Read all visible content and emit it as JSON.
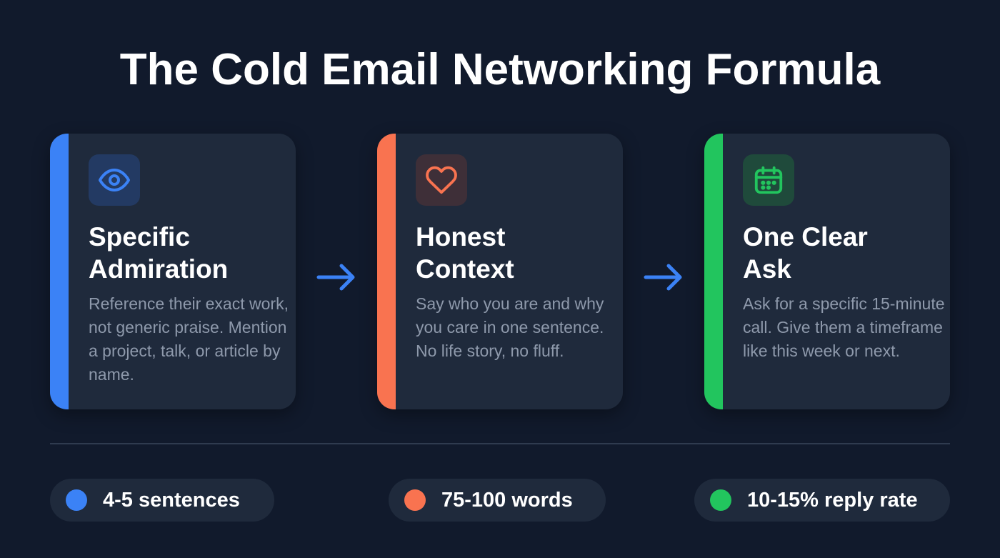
{
  "title": "The Cold Email Networking Formula",
  "colors": {
    "background": "#111a2c",
    "card": "#1f2a3c",
    "blue": "#3b82f6",
    "orange": "#f97350",
    "green": "#22c55e"
  },
  "steps": [
    {
      "icon": "eye-icon",
      "heading_line1": "Specific",
      "heading_line2": "Admiration",
      "description": "Reference their exact work, not generic praise. Mention a project, talk, or article by name."
    },
    {
      "icon": "heart-icon",
      "heading_line1": "Honest",
      "heading_line2": "Context",
      "description": "Say who you are and why you care in one sentence. No life story, no fluff."
    },
    {
      "icon": "calendar-icon",
      "heading_line1": "One Clear",
      "heading_line2": "Ask",
      "description": "Ask for a specific 15-minute call. Give them a timeframe like this week or next."
    }
  ],
  "connectors": [
    "arrow-right-icon",
    "arrow-right-icon"
  ],
  "stats": [
    {
      "label": "4-5 sentences",
      "color": "blue"
    },
    {
      "label": "75-100 words",
      "color": "orange"
    },
    {
      "label": "10-15% reply rate",
      "color": "green"
    }
  ]
}
